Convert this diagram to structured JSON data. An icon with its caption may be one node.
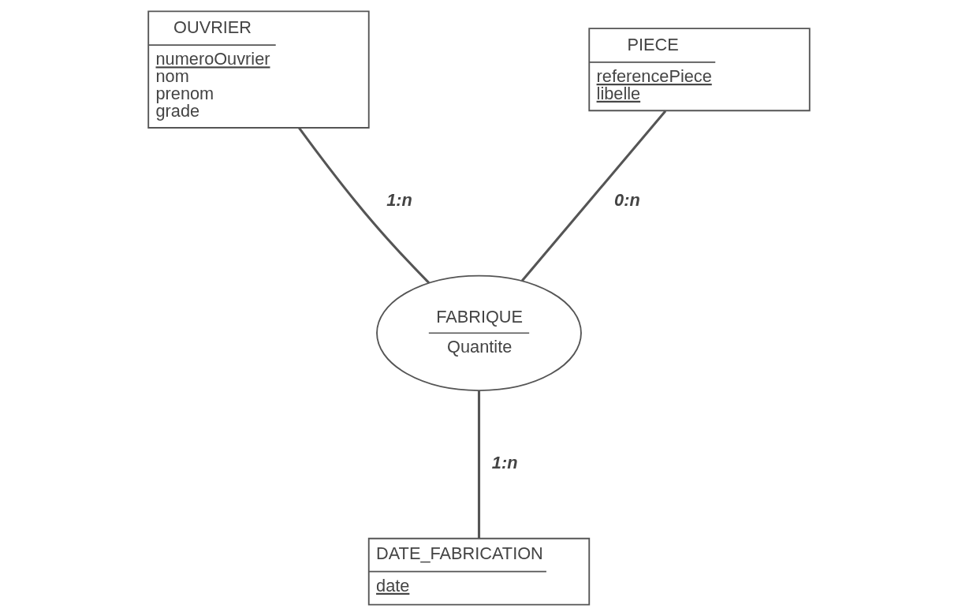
{
  "diagram": {
    "nodes": [
      {
        "text": [
          "OUVRIER",
          "numeroOuvrier",
          "nom",
          "prenom",
          "grade"
        ]
      },
      {
        "text": [
          "PIECE",
          "referencePiece",
          "libelle"
        ]
      },
      {
        "text": [
          "FABRIQUE",
          "Quantite"
        ]
      },
      {
        "text": [
          "DATE_FABRICATION",
          "date"
        ]
      }
    ],
    "edges": [
      {
        "from": 0,
        "to": 2,
        "arrow": "none",
        "label": "1:n"
      },
      {
        "from": 1,
        "to": 2,
        "arrow": "none",
        "label": "0:n"
      },
      {
        "from": 2,
        "to": 3,
        "arrow": "none",
        "label": "1:n"
      }
    ]
  }
}
